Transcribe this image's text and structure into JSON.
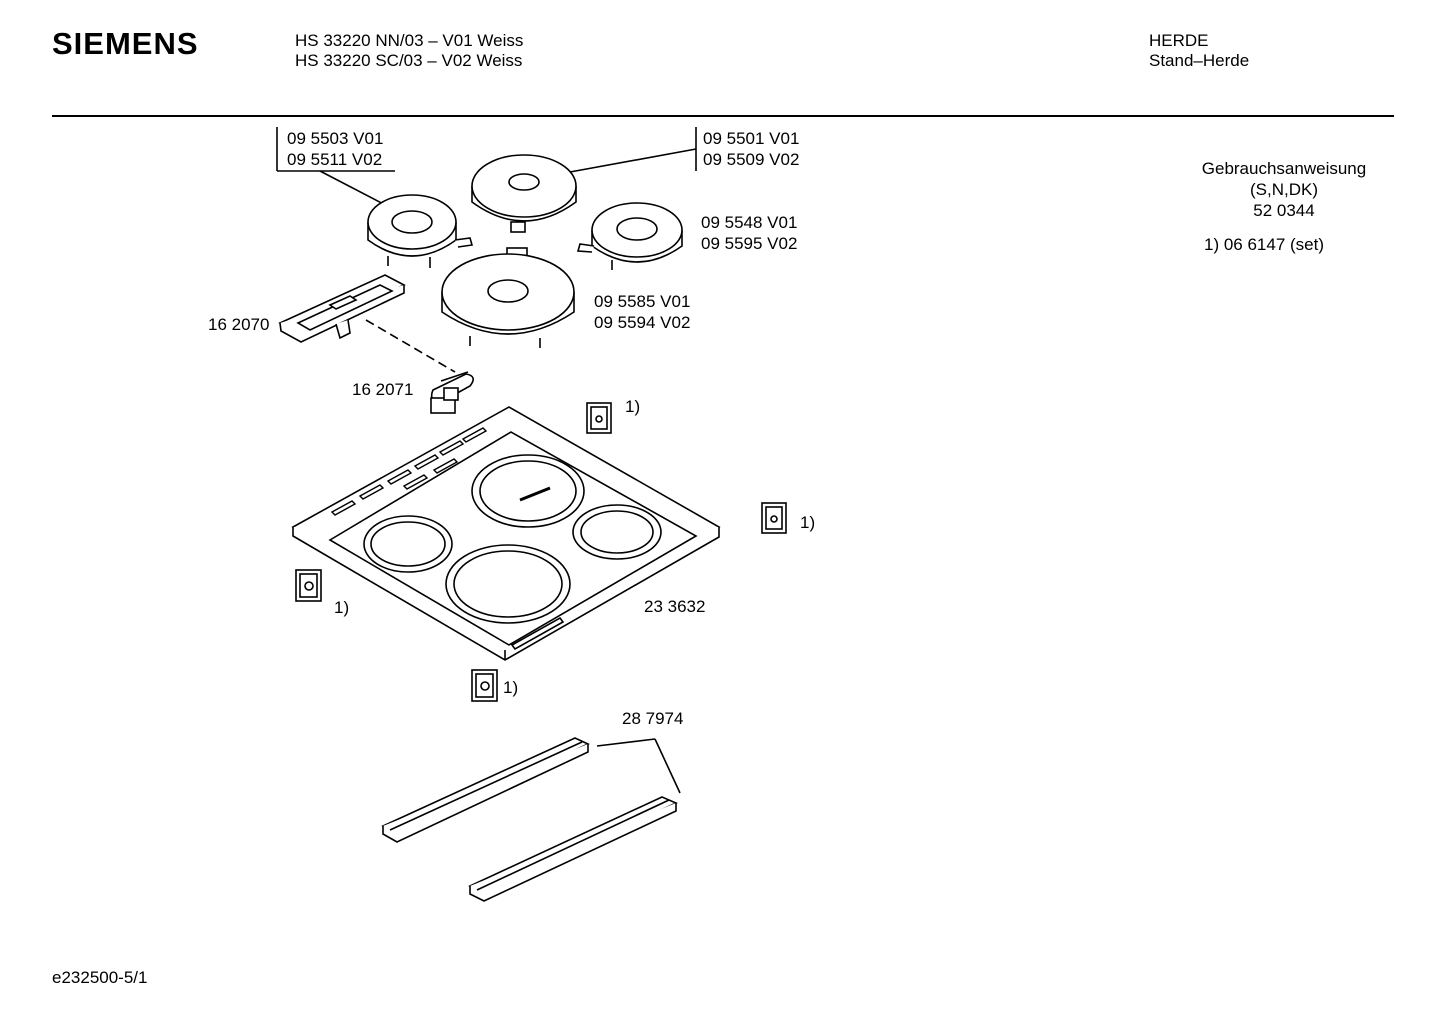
{
  "header": {
    "brand": "SIEMENS",
    "model_line1": "HS 33220 NN/03 – V01 Weiss",
    "model_line2": "HS 33220 SC/03 – V02 Weiss",
    "category": "HERDE",
    "subcategory": "Stand–Herde"
  },
  "side_info": {
    "manual_label": "Gebrauchsanweisung",
    "manual_langs": "(S,N,DK)",
    "manual_number": "52 0344",
    "set_note": "1) 06 6147 (set)"
  },
  "parts": {
    "plate_small_left_v01": "09 5503 V01",
    "plate_small_left_v02": "09 5511 V02",
    "plate_large_back_v01": "09 5501 V01",
    "plate_large_back_v02": "09 5509 V02",
    "plate_small_right_v01": "09 5548 V01",
    "plate_small_right_v02": "09 5595 V02",
    "plate_large_front_v01": "09 5585 V01",
    "plate_large_front_v02": "09 5594 V02",
    "panel": "16 2070",
    "bracket": "16 2071",
    "cooktop": "23 3632",
    "rails": "28 7974",
    "clip_note": "1)"
  },
  "footer": {
    "drawing_id": "e232500-5/1"
  }
}
